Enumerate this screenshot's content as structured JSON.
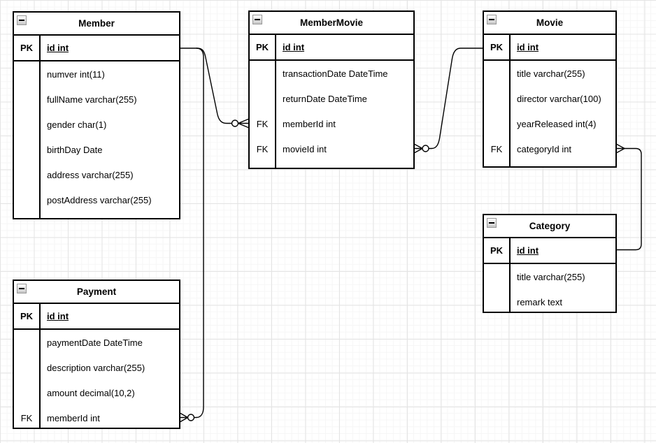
{
  "diagram": {
    "tables": [
      {
        "name": "Member",
        "collapse_icon": "minus-icon",
        "pk_key": "PK",
        "pk_field": "id int",
        "rows": [
          {
            "key": "",
            "field": "numver int(11)"
          },
          {
            "key": "",
            "field": "fullName varchar(255)"
          },
          {
            "key": "",
            "field": "gender char(1)"
          },
          {
            "key": "",
            "field": "birthDay Date"
          },
          {
            "key": "",
            "field": "address varchar(255)"
          },
          {
            "key": "",
            "field": "postAddress varchar(255)"
          }
        ]
      },
      {
        "name": "MemberMovie",
        "collapse_icon": "minus-icon",
        "pk_key": "PK",
        "pk_field": "id int",
        "rows": [
          {
            "key": "",
            "field": "transactionDate DateTime"
          },
          {
            "key": "",
            "field": "returnDate DateTime"
          },
          {
            "key": "FK",
            "field": "memberId int"
          },
          {
            "key": "FK",
            "field": "movieId int"
          }
        ]
      },
      {
        "name": "Movie",
        "collapse_icon": "minus-icon",
        "pk_key": "PK",
        "pk_field": "id int",
        "rows": [
          {
            "key": "",
            "field": "title varchar(255)"
          },
          {
            "key": "",
            "field": "director varchar(100)"
          },
          {
            "key": "",
            "field": "yearReleased int(4)"
          },
          {
            "key": "FK",
            "field": "categoryId int"
          }
        ]
      },
      {
        "name": "Category",
        "collapse_icon": "minus-icon",
        "pk_key": "PK",
        "pk_field": "id int",
        "rows": [
          {
            "key": "",
            "field": "title varchar(255)"
          },
          {
            "key": "",
            "field": "remark text"
          }
        ]
      },
      {
        "name": "Payment",
        "collapse_icon": "minus-icon",
        "pk_key": "PK",
        "pk_field": "id int",
        "rows": [
          {
            "key": "",
            "field": "paymentDate DateTime"
          },
          {
            "key": "",
            "field": "description varchar(255)"
          },
          {
            "key": "",
            "field": "amount decimal(10,2)"
          },
          {
            "key": "FK",
            "field": "memberId int"
          }
        ]
      }
    ],
    "relationships": [
      {
        "from_table": "Member",
        "from_field": "id",
        "to_table": "MemberMovie",
        "to_field": "memberId",
        "from_end": "one",
        "to_end": "zero-or-many"
      },
      {
        "from_table": "Member",
        "from_field": "id",
        "to_table": "Payment",
        "to_field": "memberId",
        "from_end": "one",
        "to_end": "zero-or-many"
      },
      {
        "from_table": "Movie",
        "from_field": "id",
        "to_table": "MemberMovie",
        "to_field": "movieId",
        "from_end": "one",
        "to_end": "zero-or-many"
      },
      {
        "from_table": "Category",
        "from_field": "id",
        "to_table": "Movie",
        "to_field": "categoryId",
        "from_end": "one",
        "to_end": "many"
      }
    ],
    "colors": {
      "stroke": "#000000",
      "table_fill": "#ffffff",
      "grid_major": "#e4e4e4",
      "grid_minor": "#f6f6f6"
    }
  }
}
